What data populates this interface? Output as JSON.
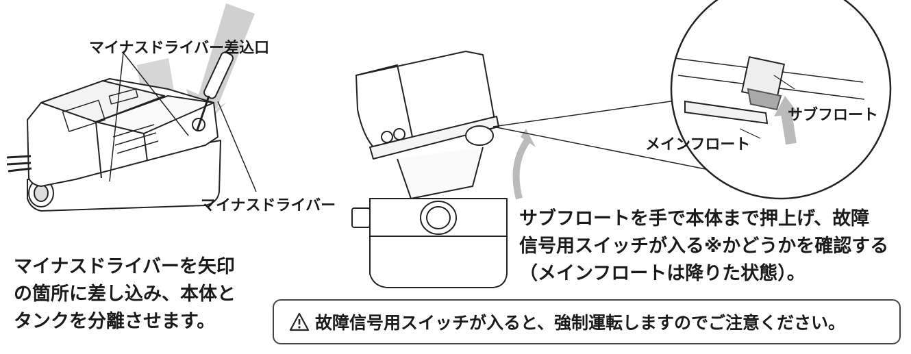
{
  "labels": {
    "slot": "マイナスドライバー差込口",
    "screwdriver": "マイナスドライバー",
    "sub_float": "サブフロート",
    "main_float": "メインフロート"
  },
  "left_instructions": [
    "マイナスドライバーを矢印",
    "の箇所に差し込み、本体と",
    "タンクを分離させます。"
  ],
  "right_instructions": [
    "サブフロートを手で本体まで押上げ、故障",
    "信号用スイッチが入る※かどうかを確認する",
    "（メインフロートは降りた状態）。"
  ],
  "warning": {
    "icon": "warning-triangle-icon",
    "text": "故障信号用スイッチが入ると、強制運転しますのでご注意ください。"
  }
}
